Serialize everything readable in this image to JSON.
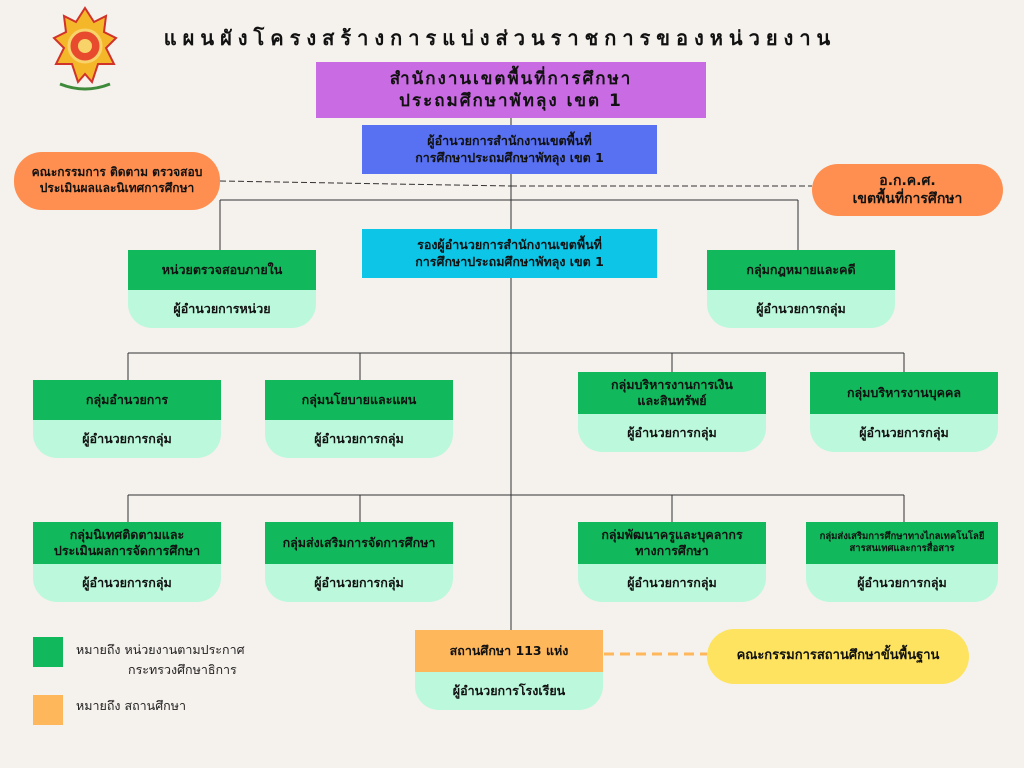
{
  "title": "แผนผังโครงสร้างการแบ่งส่วนราชการของหน่วยงาน",
  "office": {
    "line1": "สำนักงานเขตพื้นที่การศึกษา",
    "line2": "ประถมศึกษาพัทลุง เขต 1"
  },
  "director": {
    "line1": "ผู้อำนวยการสำนักงานเขตพื้นที่",
    "line2": "การศึกษาประถมศึกษาพัทลุง เขต 1"
  },
  "deputy": {
    "line1": "รองผู้อำนวยการสำนักงานเขตพื้นที่",
    "line2": "การศึกษาประถมศึกษาพัทลุง เขต 1"
  },
  "committee": {
    "line1": "คณะกรรมการ ติดตาม ตรวจสอบ",
    "line2": "ประเมินผลและนิเทศการศึกษา"
  },
  "okks": {
    "line1": "อ.ก.ค.ศ.",
    "line2": "เขตพื้นที่การศึกษา"
  },
  "basic_committee": "คณะกรรมการสถานศึกษาขั้นพื้นฐาน",
  "units": {
    "internal_audit": {
      "head": "หน่วยตรวจสอบภายใน",
      "sub": "ผู้อำนวยการหน่วย"
    },
    "legal": {
      "head": "กลุ่มกฎหมายและคดี",
      "sub": "ผู้อำนวยการกลุ่ม"
    },
    "admin": {
      "head": "กลุ่มอำนวยการ",
      "sub": "ผู้อำนวยการกลุ่ม"
    },
    "policy": {
      "head": "กลุ่มนโยบายและแผน",
      "sub": "ผู้อำนวยการกลุ่ม"
    },
    "finance": {
      "head1": "กลุ่มบริหารงานการเงิน",
      "head2": "และสินทรัพย์",
      "sub": "ผู้อำนวยการกลุ่ม"
    },
    "personnel": {
      "head": "กลุ่มบริหารงานบุคคล",
      "sub": "ผู้อำนวยการกลุ่ม"
    },
    "supervision": {
      "head1": "กลุ่มนิเทศติดตามและ",
      "head2": "ประเมินผลการจัดการศึกษา",
      "sub": "ผู้อำนวยการกลุ่ม"
    },
    "promotion": {
      "head": "กลุ่มส่งเสริมการจัดการศึกษา",
      "sub": "ผู้อำนวยการกลุ่ม"
    },
    "teacher_dev": {
      "head1": "กลุ่มพัฒนาครูและบุคลากร",
      "head2": "ทางการศึกษา",
      "sub": "ผู้อำนวยการกลุ่ม"
    },
    "ict": {
      "head1": "กลุ่มส่งเสริมการศึกษาทางไกลเทคโนโลยี",
      "head2": "สารสนเทศและการสื่อสาร",
      "sub": "ผู้อำนวยการกลุ่ม"
    },
    "schools": {
      "head": "สถานศึกษา 113 แห่ง",
      "sub": "ผู้อำนวยการโรงเรียน"
    }
  },
  "legend": {
    "green_line1": "หมายถึง หน่วยงานตามประกาศ",
    "green_line2": "กระทรวงศึกษาธิการ",
    "orange": "หมายถึง สถานศึกษา",
    "green_color": "#12b95c",
    "orange_color": "#ffb75c"
  },
  "logo_icon": "obec-emblem-icon"
}
